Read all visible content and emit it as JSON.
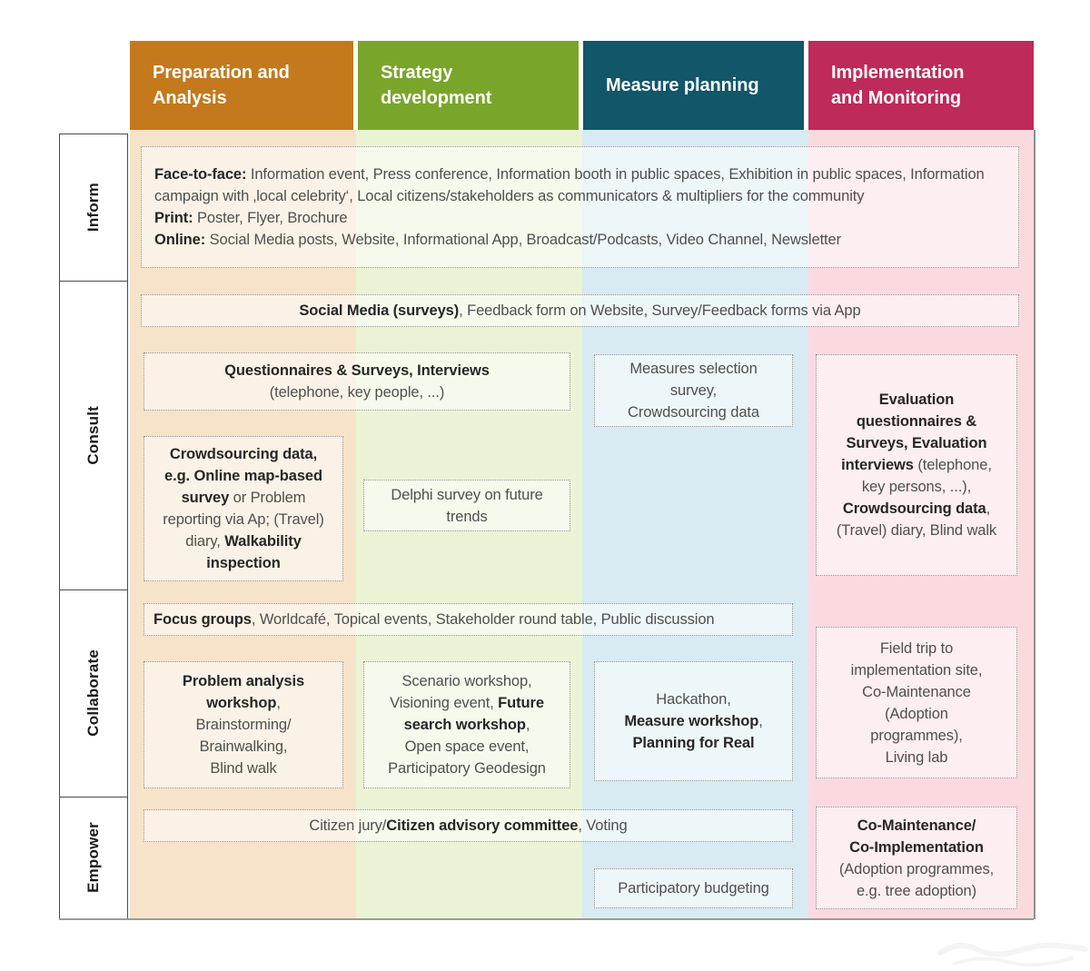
{
  "header": {
    "columns": [
      {
        "id": "preparation",
        "label": "Preparation and\nAnalysis",
        "color": "#c4791c",
        "tint": "#f6e3c9"
      },
      {
        "id": "strategy",
        "label": "Strategy\ndevelopment",
        "color": "#79a62a",
        "tint": "#eaf4d5"
      },
      {
        "id": "measure",
        "label": "Measure planning",
        "color": "#12566a",
        "tint": "#d8eaf2"
      },
      {
        "id": "implementation",
        "label": "Implementation\nand Monitoring",
        "color": "#be2a5a",
        "tint": "#fbdadf"
      }
    ]
  },
  "rows": [
    {
      "label": "Inform"
    },
    {
      "label": "Consult"
    },
    {
      "label": "Collaborate"
    },
    {
      "label": "Empower"
    }
  ],
  "boxes": {
    "inform_all": {
      "segments": [
        {
          "t": "Face-to-face:",
          "b": true
        },
        {
          "t": " Information event, Press conference, Information booth in public spaces, Exhibition in public spaces, Information campaign with ‚local celebrity‘, Local citizens/stakeholders as communicators & multipliers for the community"
        },
        {
          "br": true
        },
        {
          "t": "Print:",
          "b": true
        },
        {
          "t": " Poster, Flyer, Brochure"
        },
        {
          "br": true
        },
        {
          "t": "Online:",
          "b": true
        },
        {
          "t": " Social Media posts, Website,  Informational App, Broadcast/Podcasts, Video Channel, Newsletter"
        }
      ]
    },
    "consult_band": {
      "segments": [
        {
          "t": "Social Media (surveys)",
          "b": true
        },
        {
          "t": ", Feedback form on Website, Survey/Feedback forms via App"
        }
      ]
    },
    "questionnaires": {
      "segments": [
        {
          "t": "Questionnaires & Surveys, Interviews",
          "b": true
        },
        {
          "br": true
        },
        {
          "t": "(telephone, key people, ...)"
        }
      ]
    },
    "measures_selection": {
      "segments": [
        {
          "t": "Measures selection"
        },
        {
          "br": true
        },
        {
          "t": "survey,"
        },
        {
          "br": true
        },
        {
          "t": "Crowdsourcing data"
        }
      ]
    },
    "evaluation": {
      "segments": [
        {
          "t": "Evaluation questionnaires & Surveys, Evaluation interviews",
          "b": true
        },
        {
          "t": " (telephone, key persons, ...), "
        },
        {
          "t": "Crowdsourcing data",
          "b": true
        },
        {
          "t": ", (Travel) diary, Blind walk"
        }
      ]
    },
    "crowdsourcing": {
      "segments": [
        {
          "t": "Crowdsourcing data, e.g. Online map-based survey",
          "b": true
        },
        {
          "t": " or Problem reporting via Ap; (Travel) diary, "
        },
        {
          "t": "Walkability inspection",
          "b": true
        }
      ]
    },
    "delphi": {
      "segments": [
        {
          "t": "Delphi survey on future trends"
        }
      ]
    },
    "focus_band": {
      "segments": [
        {
          "t": "Focus groups",
          "b": true
        },
        {
          "t": ", Worldcafé, Topical events, Stakeholder round table, Public discussion"
        }
      ]
    },
    "field_trip": {
      "segments": [
        {
          "t": "Field trip to"
        },
        {
          "br": true
        },
        {
          "t": "implementation site,"
        },
        {
          "br": true
        },
        {
          "t": "Co-Maintenance"
        },
        {
          "br": true
        },
        {
          "t": "(Adoption"
        },
        {
          "br": true
        },
        {
          "t": "programmes),"
        },
        {
          "br": true
        },
        {
          "t": "Living lab"
        }
      ]
    },
    "problem_workshop": {
      "segments": [
        {
          "t": "Problem analysis workshop",
          "b": true
        },
        {
          "t": ","
        },
        {
          "br": true
        },
        {
          "t": "Brainstorming/"
        },
        {
          "br": true
        },
        {
          "t": "Brainwalking,"
        },
        {
          "br": true
        },
        {
          "t": "Blind walk"
        }
      ]
    },
    "scenario_workshop": {
      "segments": [
        {
          "t": "Scenario workshop,"
        },
        {
          "br": true
        },
        {
          "t": "Visioning event, "
        },
        {
          "t": "Future search workshop",
          "b": true
        },
        {
          "t": ","
        },
        {
          "br": true
        },
        {
          "t": "Open space event,"
        },
        {
          "br": true
        },
        {
          "t": "Participatory Geodesign"
        }
      ]
    },
    "hackathon": {
      "segments": [
        {
          "t": "Hackathon,"
        },
        {
          "br": true
        },
        {
          "t": "Measure workshop",
          "b": true
        },
        {
          "t": ","
        },
        {
          "br": true
        },
        {
          "t": "Planning for Real",
          "b": true
        }
      ]
    },
    "citizen_band": {
      "segments": [
        {
          "t": "Citizen jury/"
        },
        {
          "t": "Citizen advisory committee",
          "b": true
        },
        {
          "t": ", Voting"
        }
      ]
    },
    "co_maintenance": {
      "segments": [
        {
          "t": "Co-Maintenance/",
          "b": true
        },
        {
          "br": true
        },
        {
          "t": "Co-Implementation",
          "b": true
        },
        {
          "br": true
        },
        {
          "t": "(Adoption programmes,"
        },
        {
          "br": true
        },
        {
          "t": "e.g. tree adoption)"
        }
      ]
    },
    "participatory_budgeting": {
      "segments": [
        {
          "t": "Participatory budgeting"
        }
      ]
    }
  }
}
